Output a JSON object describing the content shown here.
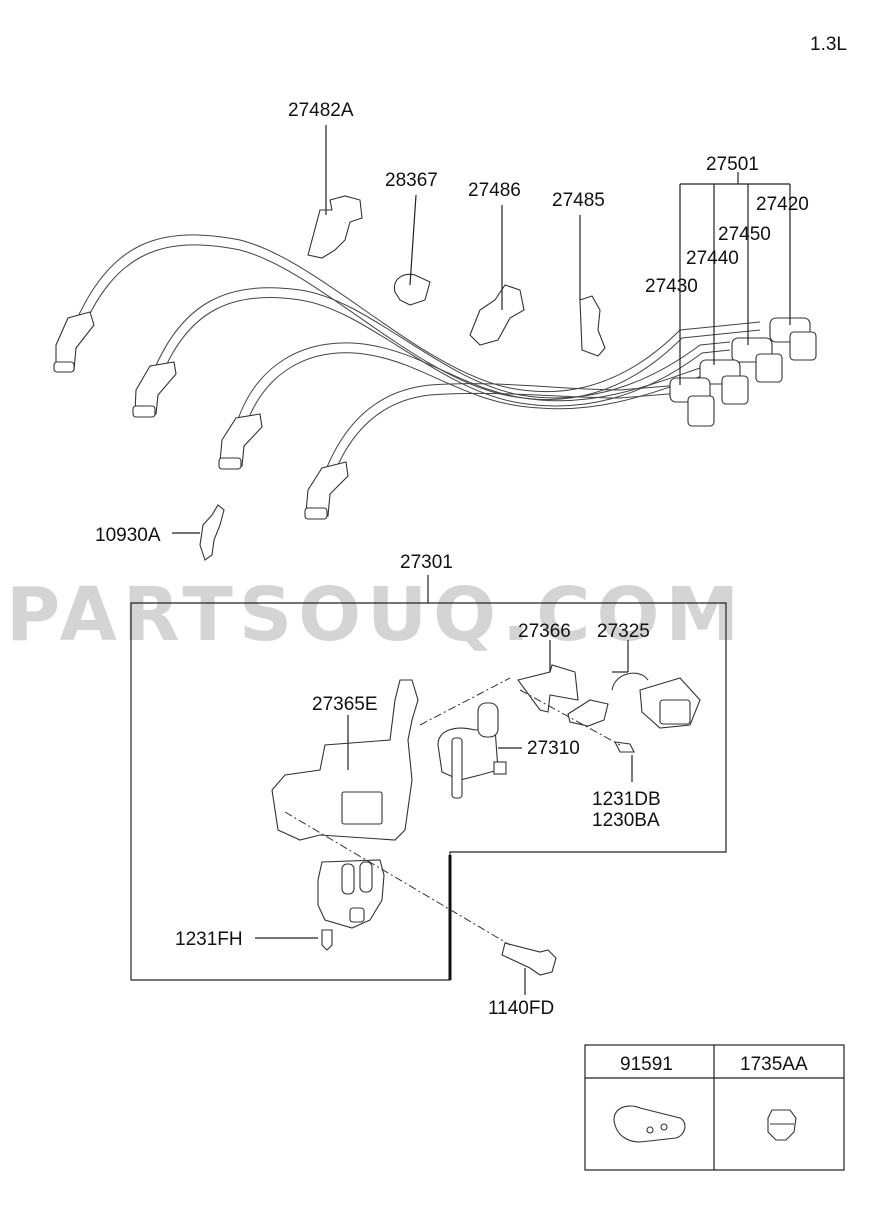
{
  "engine": "1.3L",
  "watermark": "PARTSOUQ.COM",
  "parts": {
    "p27482A": "27482A",
    "p28367": "28367",
    "p27486": "27486",
    "p27485": "27485",
    "p27501": "27501",
    "p27420": "27420",
    "p27450": "27450",
    "p27440": "27440",
    "p27430": "27430",
    "p10930A": "10930A",
    "p27301": "27301",
    "p27366": "27366",
    "p27325": "27325",
    "p27365E": "27365E",
    "p27310": "27310",
    "p1231DB": "1231DB",
    "p1230BA": "1230BA",
    "p1231FH": "1231FH",
    "p1140FD": "1140FD"
  },
  "legend": {
    "col1": "91591",
    "col2": "1735AA"
  }
}
